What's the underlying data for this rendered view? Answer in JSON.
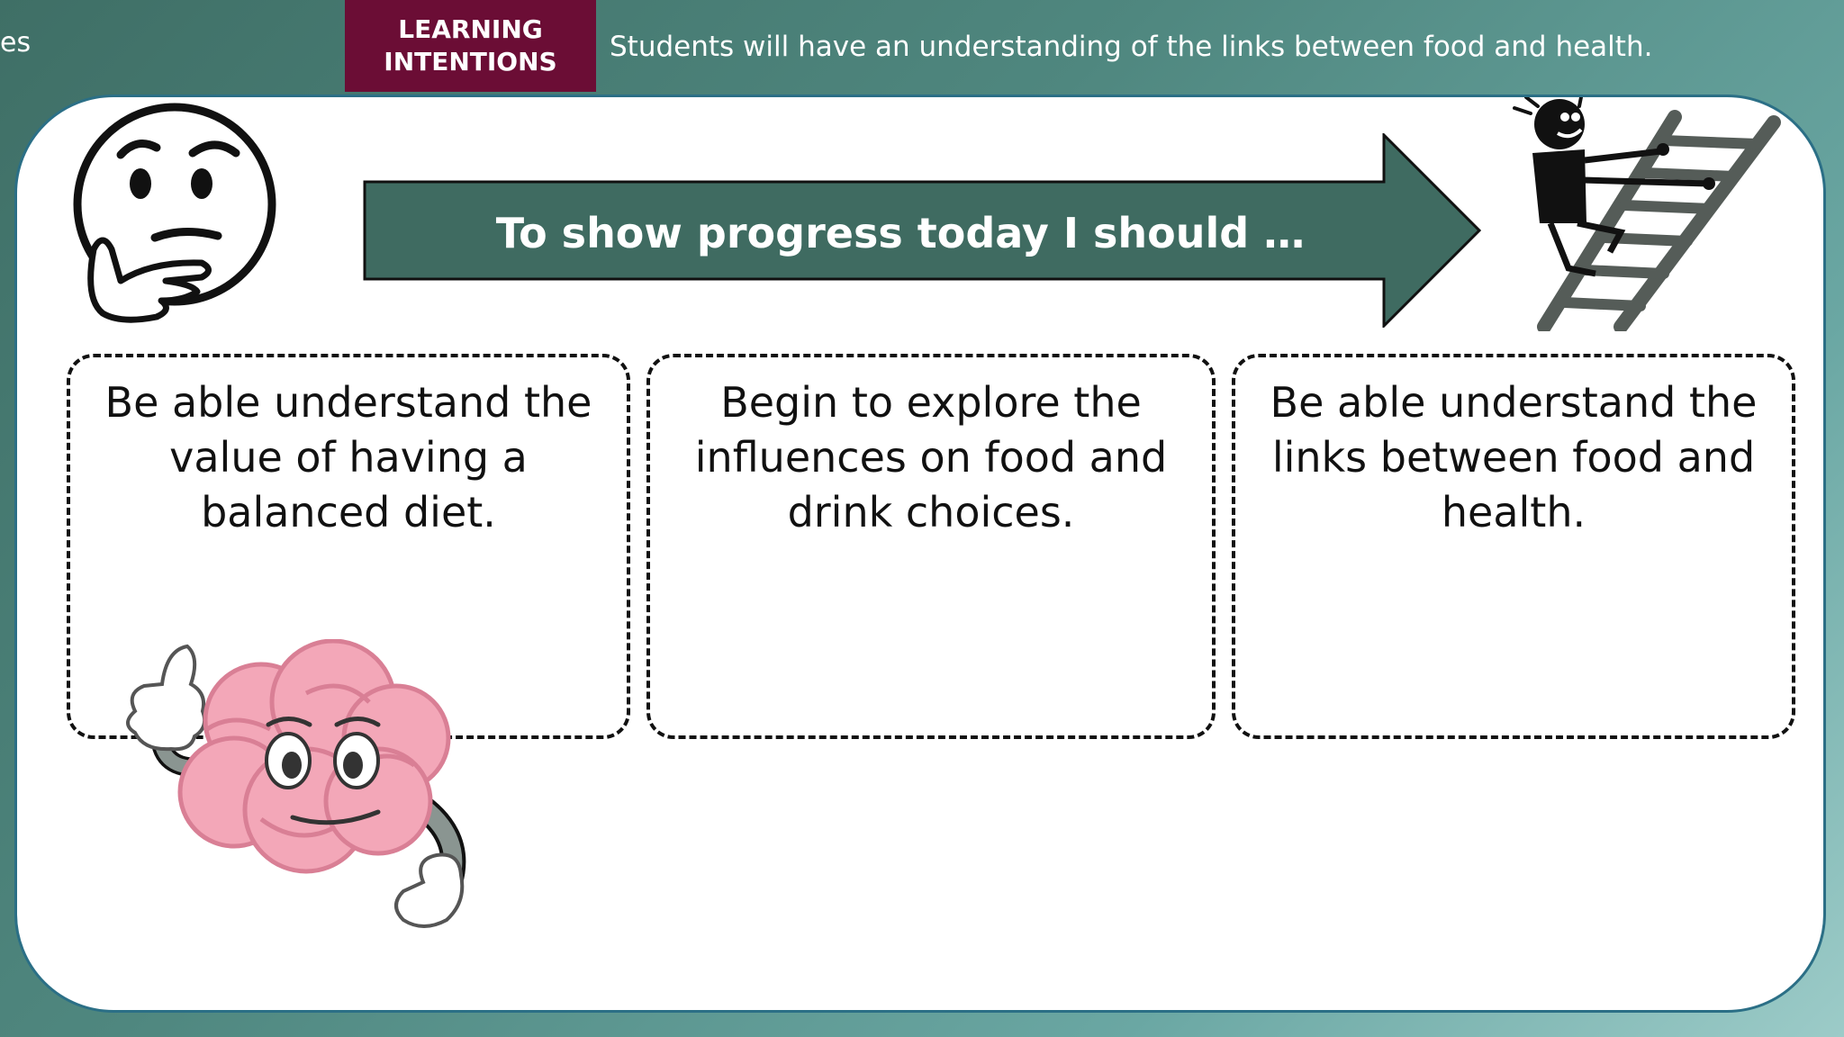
{
  "header": {
    "left_fragment": "es",
    "tab_line1": "LEARNING",
    "tab_line2": "INTENTIONS",
    "intention": "Students will have an understanding of the links between food and health."
  },
  "banner": {
    "text": "To show progress today I should …"
  },
  "goals": [
    {
      "line1": "Be able understand the",
      "line2": "value of having a",
      "line3": "balanced diet."
    },
    {
      "line1": "Begin to explore the",
      "line2": "influences on food and",
      "line3": "drink choices."
    },
    {
      "line1": "Be able understand the",
      "line2": "links between food and",
      "line3": "health."
    }
  ],
  "colors": {
    "tab": "#6b0d35",
    "arrow": "#3f6b61",
    "card_border": "#2b6f86",
    "brain": "#f3a7b8"
  },
  "icons": {
    "thinking": "thinking-face-icon",
    "ladder": "climbing-ladder-icon",
    "brain": "brain-thumbs-up-icon"
  }
}
